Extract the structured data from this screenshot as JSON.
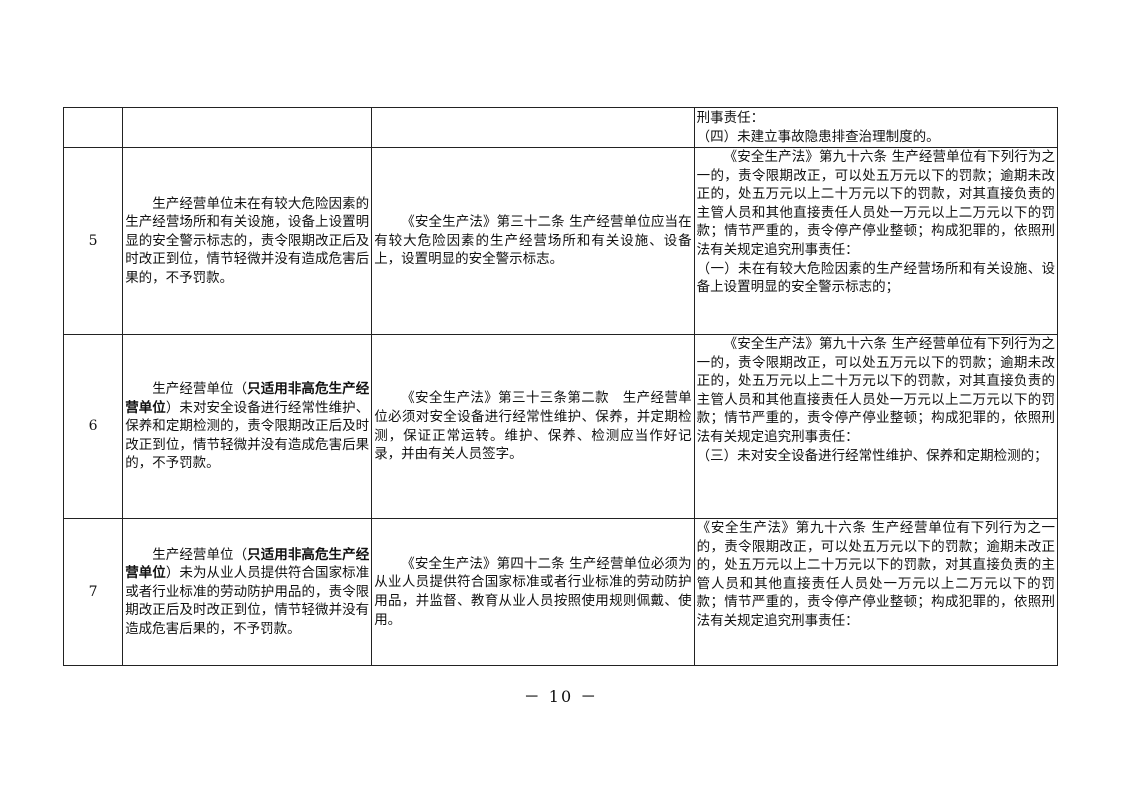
{
  "rows": [
    {
      "no": "",
      "case": "",
      "basis": "",
      "penalty": [
        "刑事责任：",
        "（四）未建立事故隐患排查治理制度的。"
      ]
    },
    {
      "no": "5",
      "case": "生产经营单位未在有较大危险因素的生产经营场所和有关设施，设备上设置明显的安全警示标志的，责令限期改正后及时改正到位，情节轻微并没有造成危害后果的，不予罚款。",
      "basis": "《安全生产法》第三十二条 生产经营单位应当在有较大危险因素的生产经营场所和有关设施、设备上，设置明显的安全警示标志。",
      "penalty": [
        "《安全生产法》第九十六条 生产经营单位有下列行为之一的，责令限期改正，可以处五万元以下的罚款；逾期未改正的，处五万元以上二十万元以下的罚款，对其直接负责的主管人员和其他直接责任人员处一万元以上二万元以下的罚款；情节严重的，责令停产停业整顿；构成犯罪的，依照刑法有关规定追究刑事责任：",
        "（一）未在有较大危险因素的生产经营场所和有关设施、设备上设置明显的安全警示标志的；"
      ]
    },
    {
      "no": "6",
      "case_pre": "生产经营单位（",
      "case_bold": "只适用非高危生产经营单位",
      "case_post": "）未对安全设备进行经常性维护、保养和定期检测的，责令限期改正后及时改正到位，情节轻微并没有造成危害后果的，不予罚款。",
      "basis": "《安全生产法》第三十三条第二款　生产经营单位必须对安全设备进行经常性维护、保养，并定期检测，保证正常运转。维护、保养、检测应当作好记录，并由有关人员签字。",
      "penalty": [
        "《安全生产法》第九十六条 生产经营单位有下列行为之一的，责令限期改正，可以处五万元以下的罚款；逾期未改正的，处五万元以上二十万元以下的罚款，对其直接负责的主管人员和其他直接责任人员处一万元以上二万元以下的罚款；情节严重的，责令停产停业整顿；构成犯罪的，依照刑法有关规定追究刑事责任：",
        "（三）未对安全设备进行经常性维护、保养和定期检测的；"
      ]
    },
    {
      "no": "7",
      "case_pre": "生产经营单位（",
      "case_bold": "只适用非高危生产经营单位",
      "case_post": "）未为从业人员提供符合国家标准或者行业标准的劳动防护用品的，责令限期改正后及时改正到位，情节轻微并没有造成危害后果的，不予罚款。",
      "basis": "《安全生产法》第四十二条 生产经营单位必须为从业人员提供符合国家标准或者行业标准的劳动防护用品，并监督、教育从业人员按照使用规则佩戴、使用。",
      "penalty": [
        "《安全生产法》第九十六条 生产经营单位有下列行为之一的，责令限期改正，可以处五万元以下的罚款；逾期未改正的，处五万元以上二十万元以下的罚款，对其直接负责的主管人员和其他直接责任人员处一万元以上二万元以下的罚款；情节严重的，责令停产停业整顿；构成犯罪的，依照刑法有关规定追究刑事责任："
      ]
    }
  ],
  "page_number": "－ 10 －"
}
